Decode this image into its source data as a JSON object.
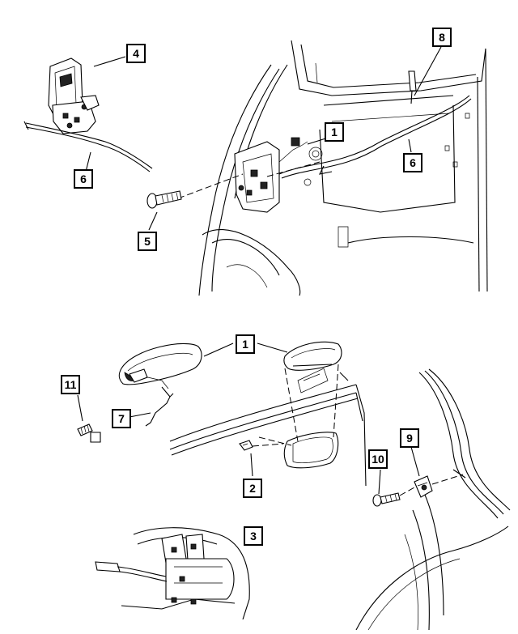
{
  "diagram": {
    "callouts": [
      {
        "id": "c4-top",
        "label": "4"
      },
      {
        "id": "c8-top",
        "label": "8"
      },
      {
        "id": "c1-top",
        "label": "1"
      },
      {
        "id": "c6-left",
        "label": "6"
      },
      {
        "id": "c6-right",
        "label": "6"
      },
      {
        "id": "c5",
        "label": "5"
      },
      {
        "id": "c1-mid",
        "label": "1"
      },
      {
        "id": "c11",
        "label": "11"
      },
      {
        "id": "c7",
        "label": "7"
      },
      {
        "id": "c9",
        "label": "9"
      },
      {
        "id": "c10",
        "label": "10"
      },
      {
        "id": "c2",
        "label": "2"
      },
      {
        "id": "c3",
        "label": "3"
      }
    ]
  }
}
